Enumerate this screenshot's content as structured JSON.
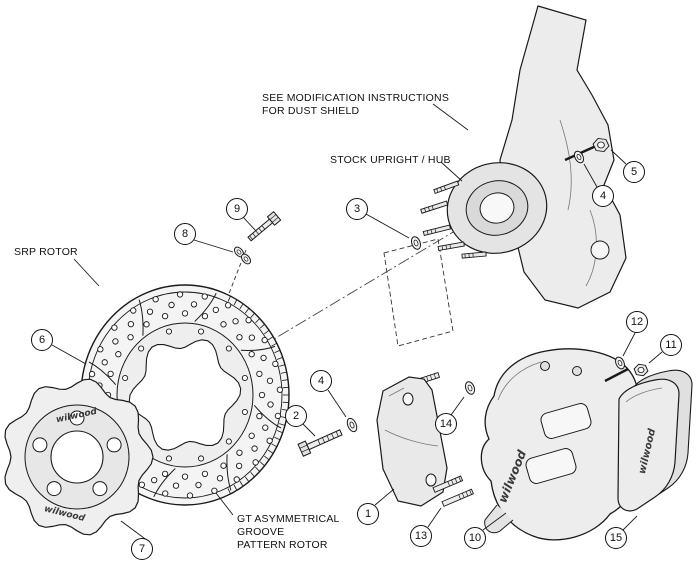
{
  "diagram": {
    "background_color": "#ffffff",
    "line_color": "#1a1a1a",
    "fill_color": "#ededed",
    "brand_text": "wilwood",
    "annotations": {
      "dust_shield_line1": "SEE MODIFICATION INSTRUCTIONS",
      "dust_shield_line2": "FOR DUST SHIELD",
      "stock_upright": "STOCK UPRIGHT / HUB",
      "srp_rotor": "SRP ROTOR",
      "gt_rotor_line1": "GT ASYMMETRICAL",
      "gt_rotor_line2": "GROOVE",
      "gt_rotor_line3": "PATTERN ROTOR"
    },
    "callouts": [
      {
        "num": "9"
      },
      {
        "num": "8"
      },
      {
        "num": "3"
      },
      {
        "num": "4"
      },
      {
        "num": "5"
      },
      {
        "num": "6"
      },
      {
        "num": "2"
      },
      {
        "num": "4"
      },
      {
        "num": "1"
      },
      {
        "num": "13"
      },
      {
        "num": "14"
      },
      {
        "num": "10"
      },
      {
        "num": "12"
      },
      {
        "num": "11"
      },
      {
        "num": "15"
      },
      {
        "num": "7"
      }
    ]
  }
}
